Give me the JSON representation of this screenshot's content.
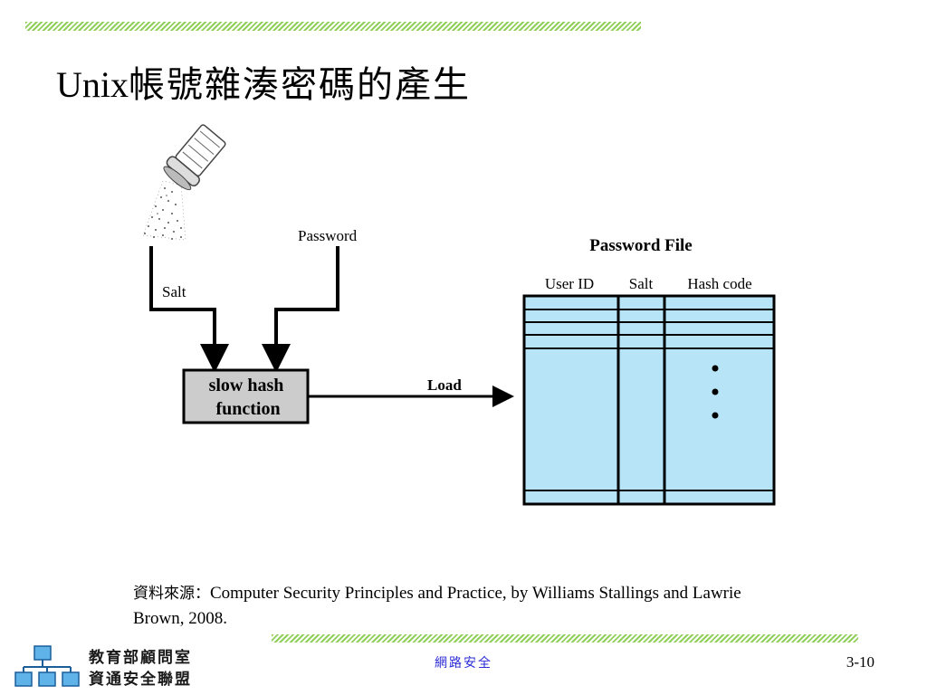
{
  "title": {
    "latin": "Unix",
    "cjk": "帳號雜湊密碼的產生"
  },
  "diagram": {
    "salt_label": "Salt",
    "password_label": "Password",
    "hash_box_line1": "slow hash",
    "hash_box_line2": "function",
    "load_label": "Load",
    "file_title": "Password File",
    "columns": [
      "User ID",
      "Salt",
      "Hash code"
    ],
    "ellipsis_icon": "vertical-dots-icon",
    "salt_shaker_icon": "salt-shaker-icon",
    "colors": {
      "table_fill": "#b8e4f8",
      "hash_box_fill": "#cccccc"
    }
  },
  "citation": {
    "source_label": "資料來源：",
    "text": "Computer Security Principles and Practice, by Williams Stallings and Lawrie Brown, 2008."
  },
  "footer": {
    "logo_line1": "教育部顧問室",
    "logo_line2": "資通安全聯盟",
    "course": "網路安全",
    "page_number": "3-10",
    "accent_color": "#2b2bd6"
  }
}
